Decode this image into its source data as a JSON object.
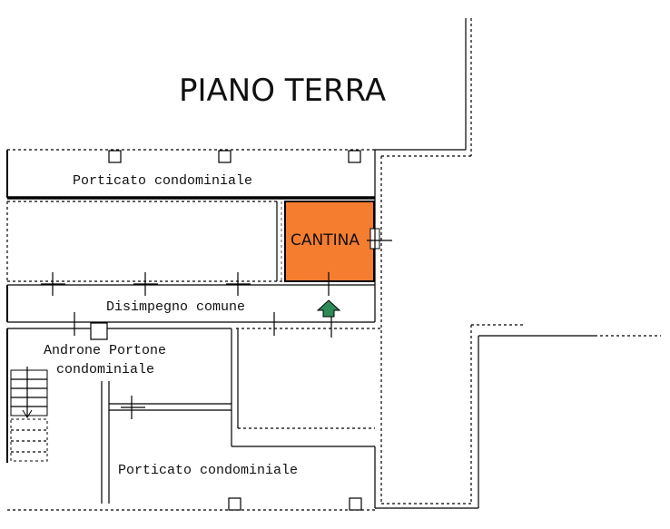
{
  "title": "PIANO TERRA",
  "rooms": {
    "porticato_top": "Porticato condominiale",
    "cantina": "CANTINA",
    "disimpegno": "Disimpegno comune",
    "androne_line1": "Androne Portone",
    "androne_line2": "condominiale",
    "porticato_bottom": "Porticato condominiale"
  },
  "colors": {
    "cantina_fill": "#f47d30",
    "arrow_fill": "#2e8b57"
  },
  "icons": {
    "entrance": "entrance-arrow-icon",
    "stairs": "stairs-icon"
  }
}
